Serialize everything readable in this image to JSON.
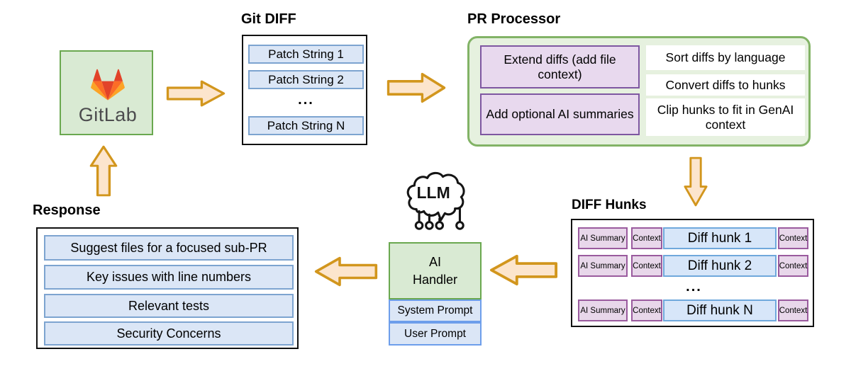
{
  "gitlab": {
    "label": "GitLab"
  },
  "git_diff": {
    "title": "Git DIFF",
    "items": [
      "Patch String 1",
      "Patch String 2",
      "...",
      "Patch String N"
    ]
  },
  "pr_processor": {
    "title": "PR Processor",
    "left_steps": [
      "Extend diffs (add file context)",
      "Add optional AI summaries"
    ],
    "right_steps": [
      "Sort diffs by language",
      "Convert diffs to hunks",
      "Clip hunks to fit in GenAI context"
    ]
  },
  "diff_hunks": {
    "title": "DIFF Hunks",
    "ellipsis": "...",
    "rows": [
      {
        "ai_summary": "AI Summary",
        "context_left": "Context",
        "hunk": "Diff hunk 1",
        "context_right": "Context"
      },
      {
        "ai_summary": "AI Summary",
        "context_left": "Context",
        "hunk": "Diff hunk 2",
        "context_right": "Context"
      },
      {
        "ai_summary": "AI Summary",
        "context_left": "Context",
        "hunk": "Diff hunk N",
        "context_right": "Context"
      }
    ]
  },
  "llm": {
    "label": "LLM"
  },
  "ai_handler": {
    "label": "AI Handler",
    "prompts": [
      "System Prompt",
      "User Prompt"
    ]
  },
  "response": {
    "title": "Response",
    "items": [
      "Suggest files for a focused sub-PR",
      "Key issues with line numbers",
      "Relevant tests",
      "Security Concerns"
    ]
  },
  "colors": {
    "green_fill": "#d9ead3",
    "green_border": "#6aa84f",
    "container_green_fill": "#e6f1df",
    "container_green_border": "#82b366",
    "blue_fill": "#dbe6f6",
    "blue_border": "#7da4d0",
    "purple_fill": "#e8d9ee",
    "purple_border": "#7e57a1",
    "arrow_fill": "#fce5cd",
    "arrow_border": "#d2961d",
    "gitlab_red": "#e24329",
    "gitlab_orange": "#fc6d26",
    "gitlab_amber": "#fca326"
  }
}
